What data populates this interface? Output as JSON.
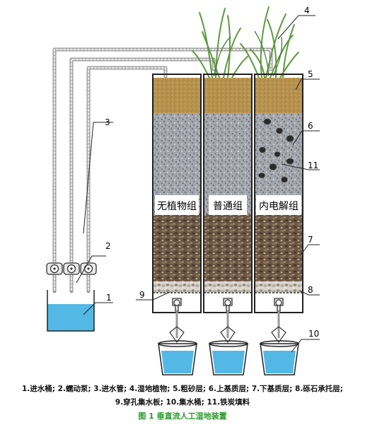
{
  "callouts": {
    "n1": "1",
    "n2": "2",
    "n3": "3",
    "n4": "4",
    "n5": "5",
    "n6": "6",
    "n7": "7",
    "n8": "8",
    "n9": "9",
    "n10": "10",
    "n11": "11"
  },
  "columns": [
    "无植物组",
    "普通组",
    "内电解组"
  ],
  "legend": {
    "line1": "1.进水桶; 2.蠕动泵; 3.进水管; 4.湿地植物; 5.粗砂层; 6.上基质层; 7.下基质层; 8.砾石承托层;",
    "line2": "9.穿孔集水板; 10.集水桶; 11.铁炭填料"
  },
  "figure_title": "图 1 垂直流人工湿地装置",
  "colors": {
    "sand": "#b8934f",
    "upper_matrix": "#a3a7ad",
    "lower_matrix": "#6b5644",
    "water": "#53b8e6",
    "plant": "#5c9a3e",
    "iron_carbon": "#2a2a2a"
  }
}
